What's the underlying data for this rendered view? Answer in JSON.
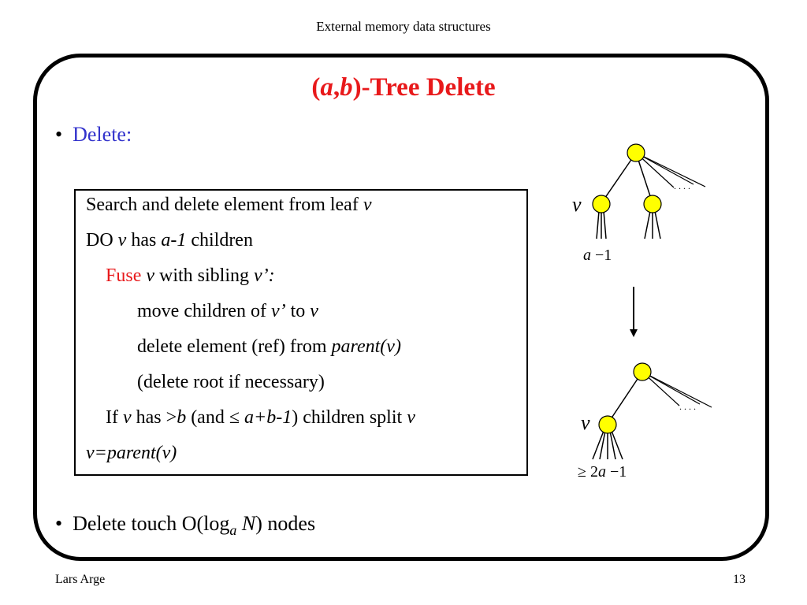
{
  "header": {
    "text": "External memory data structures"
  },
  "slide": {
    "title_open": "(",
    "title_a": "a",
    "title_comma": ",",
    "title_b": "b",
    "title_rest": ")-Tree Delete"
  },
  "bullets": {
    "b1_label": "Delete:",
    "b2_pre": "Delete touch",
    "b2_o": "O(log",
    "b2_sub": "a",
    "b2_n": "N",
    "b2_close": ")",
    "b2_post": "nodes"
  },
  "algorithm": {
    "l1_text": "Search and delete element from leaf ",
    "l1_v": "v",
    "l2_do": "DO ",
    "l2_v": "v",
    "l2_has": " has ",
    "l2_a1": "a-1",
    "l2_children": " children",
    "l3_fuse": "Fuse",
    "l3_v": " v",
    "l3_with": " with sibling ",
    "l3_vp": "v’:",
    "l4_move": "move children of ",
    "l4_vp": "v’",
    "l4_to": " to ",
    "l4_v": "v",
    "l5_text": "delete element (ref) from ",
    "l5_parent": "parent(v)",
    "l6_text": "(delete root if necessary)",
    "l7_if": "If ",
    "l7_v": "v",
    "l7_has": " has ",
    "l7_gt": ">",
    "l7_b": "b",
    "l7_and": " (and ≤ ",
    "l7_expr": "a+b-1",
    "l7_paren": ")",
    "l7_split": " children split ",
    "l7_v2": "v",
    "l8_text": "v=parent(v)"
  },
  "diagram": {
    "top_v": "v",
    "top_label_a": "a",
    "top_label_rest": " −1",
    "bottom_v": "v",
    "bottom_label_pre": "≥ 2",
    "bottom_label_a": "a",
    "bottom_label_rest": " −1",
    "dots": ". . . .",
    "node_color": "#ffff00"
  },
  "footer": {
    "author": "Lars Arge",
    "page": "13"
  }
}
